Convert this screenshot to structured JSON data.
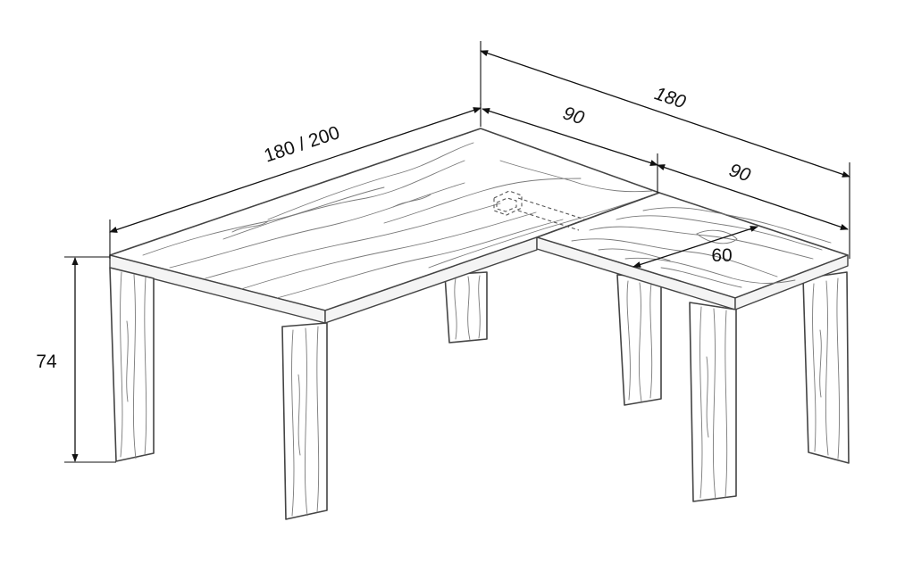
{
  "dimensions": {
    "main_length": "180 / 200",
    "total_length": "180",
    "segment_1": "90",
    "segment_2": "90",
    "return_depth": "60",
    "height": "74"
  }
}
